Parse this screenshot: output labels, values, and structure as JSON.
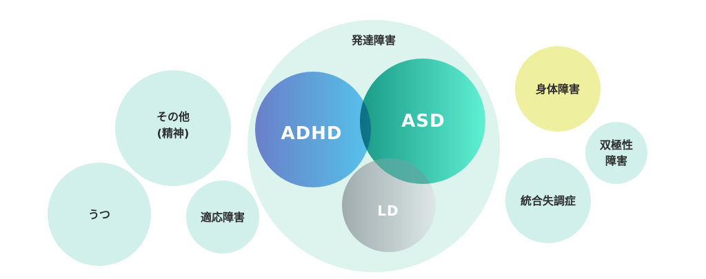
{
  "diagram": {
    "outer_group": {
      "label": "発達障害",
      "color": "#dcf3ee"
    },
    "adhd": {
      "label": "ADHD",
      "gradient": [
        "#6a7fc8",
        "#55c3ea"
      ]
    },
    "asd": {
      "label": "ASD",
      "gradient": [
        "#1a9a88",
        "#5ff0d2"
      ]
    },
    "ld": {
      "label": "LD",
      "gradient": [
        "#9aa6a8",
        "#d9e5e4"
      ]
    },
    "other_mental": {
      "line1": "その他",
      "line2": "(精神)",
      "color": "#d1f0eb"
    },
    "depression": {
      "label": "うつ",
      "color": "#d1f0eb"
    },
    "adjustment": {
      "label": "適応障害",
      "color": "#d1f0eb"
    },
    "physical": {
      "label": "身体障害",
      "color": "#eef0a0"
    },
    "bipolar": {
      "line1": "双極性",
      "line2": "障害",
      "color": "#d1f0eb"
    },
    "schizophrenia": {
      "label": "統合失調症",
      "color": "#d1f0eb"
    }
  }
}
